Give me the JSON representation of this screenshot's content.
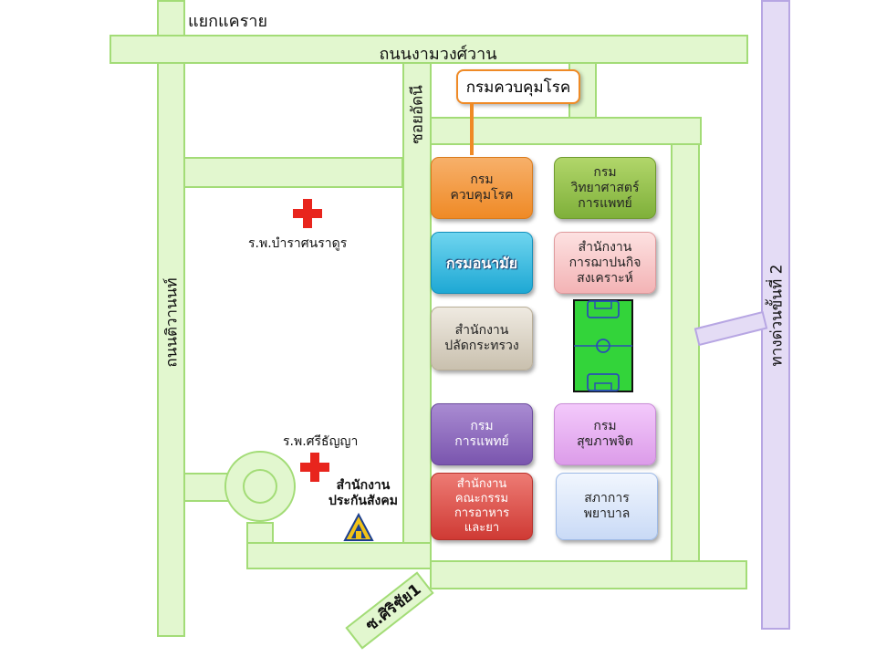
{
  "roads": {
    "top_left_junction": "แยกแคราย",
    "ngamwongwan": "ถนนงามวงศ์วาน",
    "soi_ard_u": "ซอยอัดนี",
    "tiwanon": "ถนนติวานนท์",
    "tollway": "ทางด่วนขั้นที่ 2",
    "soi_sirichai": "ซ.ศิริชัย1"
  },
  "callout": {
    "label": "กรมควบคุมโรค"
  },
  "buildings": {
    "ddc": "กรม\nควบคุมโรค",
    "dmsc": "กรม\nวิทยาศาสตร์\nการแพทย์",
    "anamai": "กรมอนามัย",
    "hss": "สำนักงาน\nการฌาปนกิจ\nสงเคราะห์",
    "ops": "สำนักงาน\nปลัดกระทรวง",
    "dms": "กรม\nการแพทย์",
    "dmh": "กรม\nสุขภาพจิต",
    "fda": "สำนักงาน\nคณะกรรม\nการอาหาร\nและยา",
    "nursing": "สภาการ\nพยาบาล"
  },
  "landmarks": {
    "bamrasnaradura": "ร.พ.บำราศนราดูร",
    "srithanya": "ร.พ.ศรีธัญญา",
    "sso": "สำนักงาน\nประกันสังคม"
  },
  "icons": [
    "hospital-cross-icon",
    "social-security-logo-icon",
    "football-field-icon"
  ],
  "colors": {
    "road_green": "#e2f7cf",
    "road_border": "#a3dc77",
    "expressway": "#e4dcf5",
    "callout_border": "#ef8a26",
    "hospital_red": "#e8251d",
    "field_green": "#33d43a"
  }
}
